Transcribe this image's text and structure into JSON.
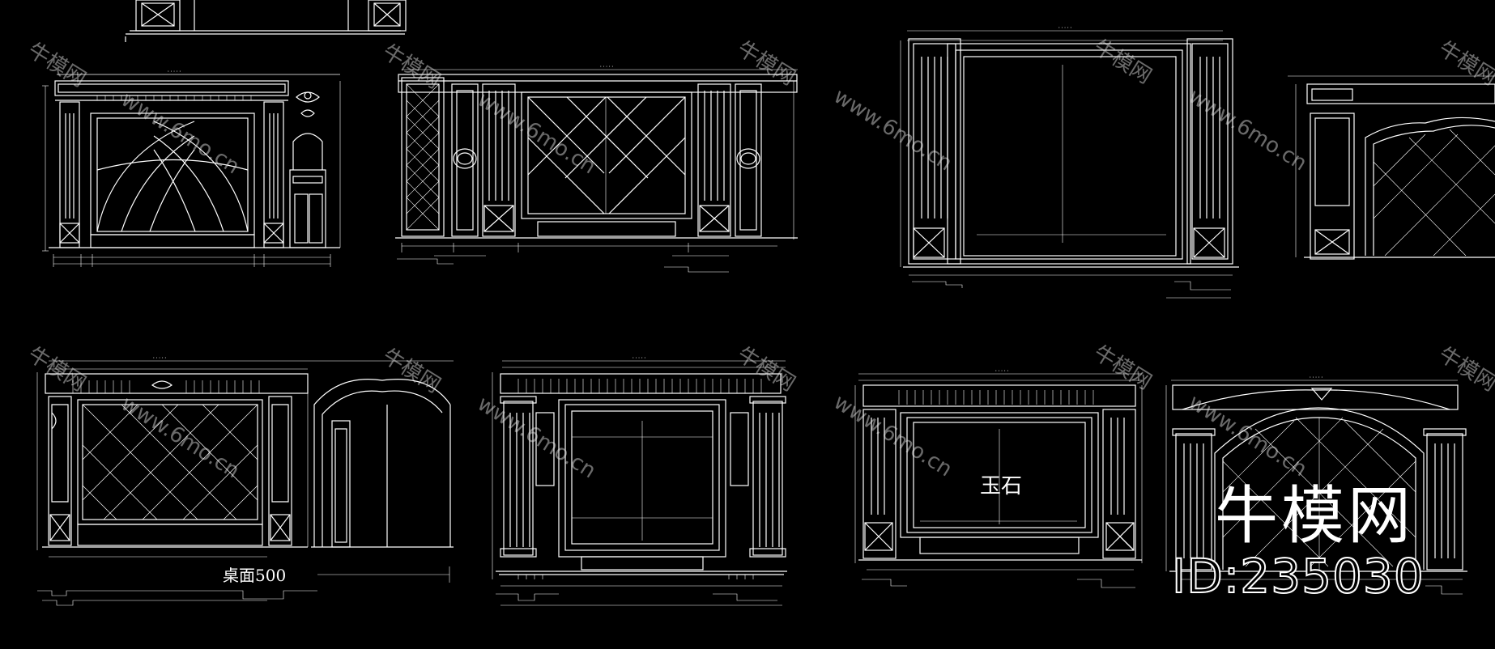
{
  "drawing": {
    "background": "#000000",
    "line_color": "#ffffff",
    "notes": {
      "desk_label": "桌面500",
      "stone_label": "玉石"
    },
    "watermark": {
      "brand_cn": "牛模网",
      "url": "www.6mo.cn"
    },
    "brand": {
      "name": "牛模网",
      "id_label": "ID:235030"
    }
  }
}
